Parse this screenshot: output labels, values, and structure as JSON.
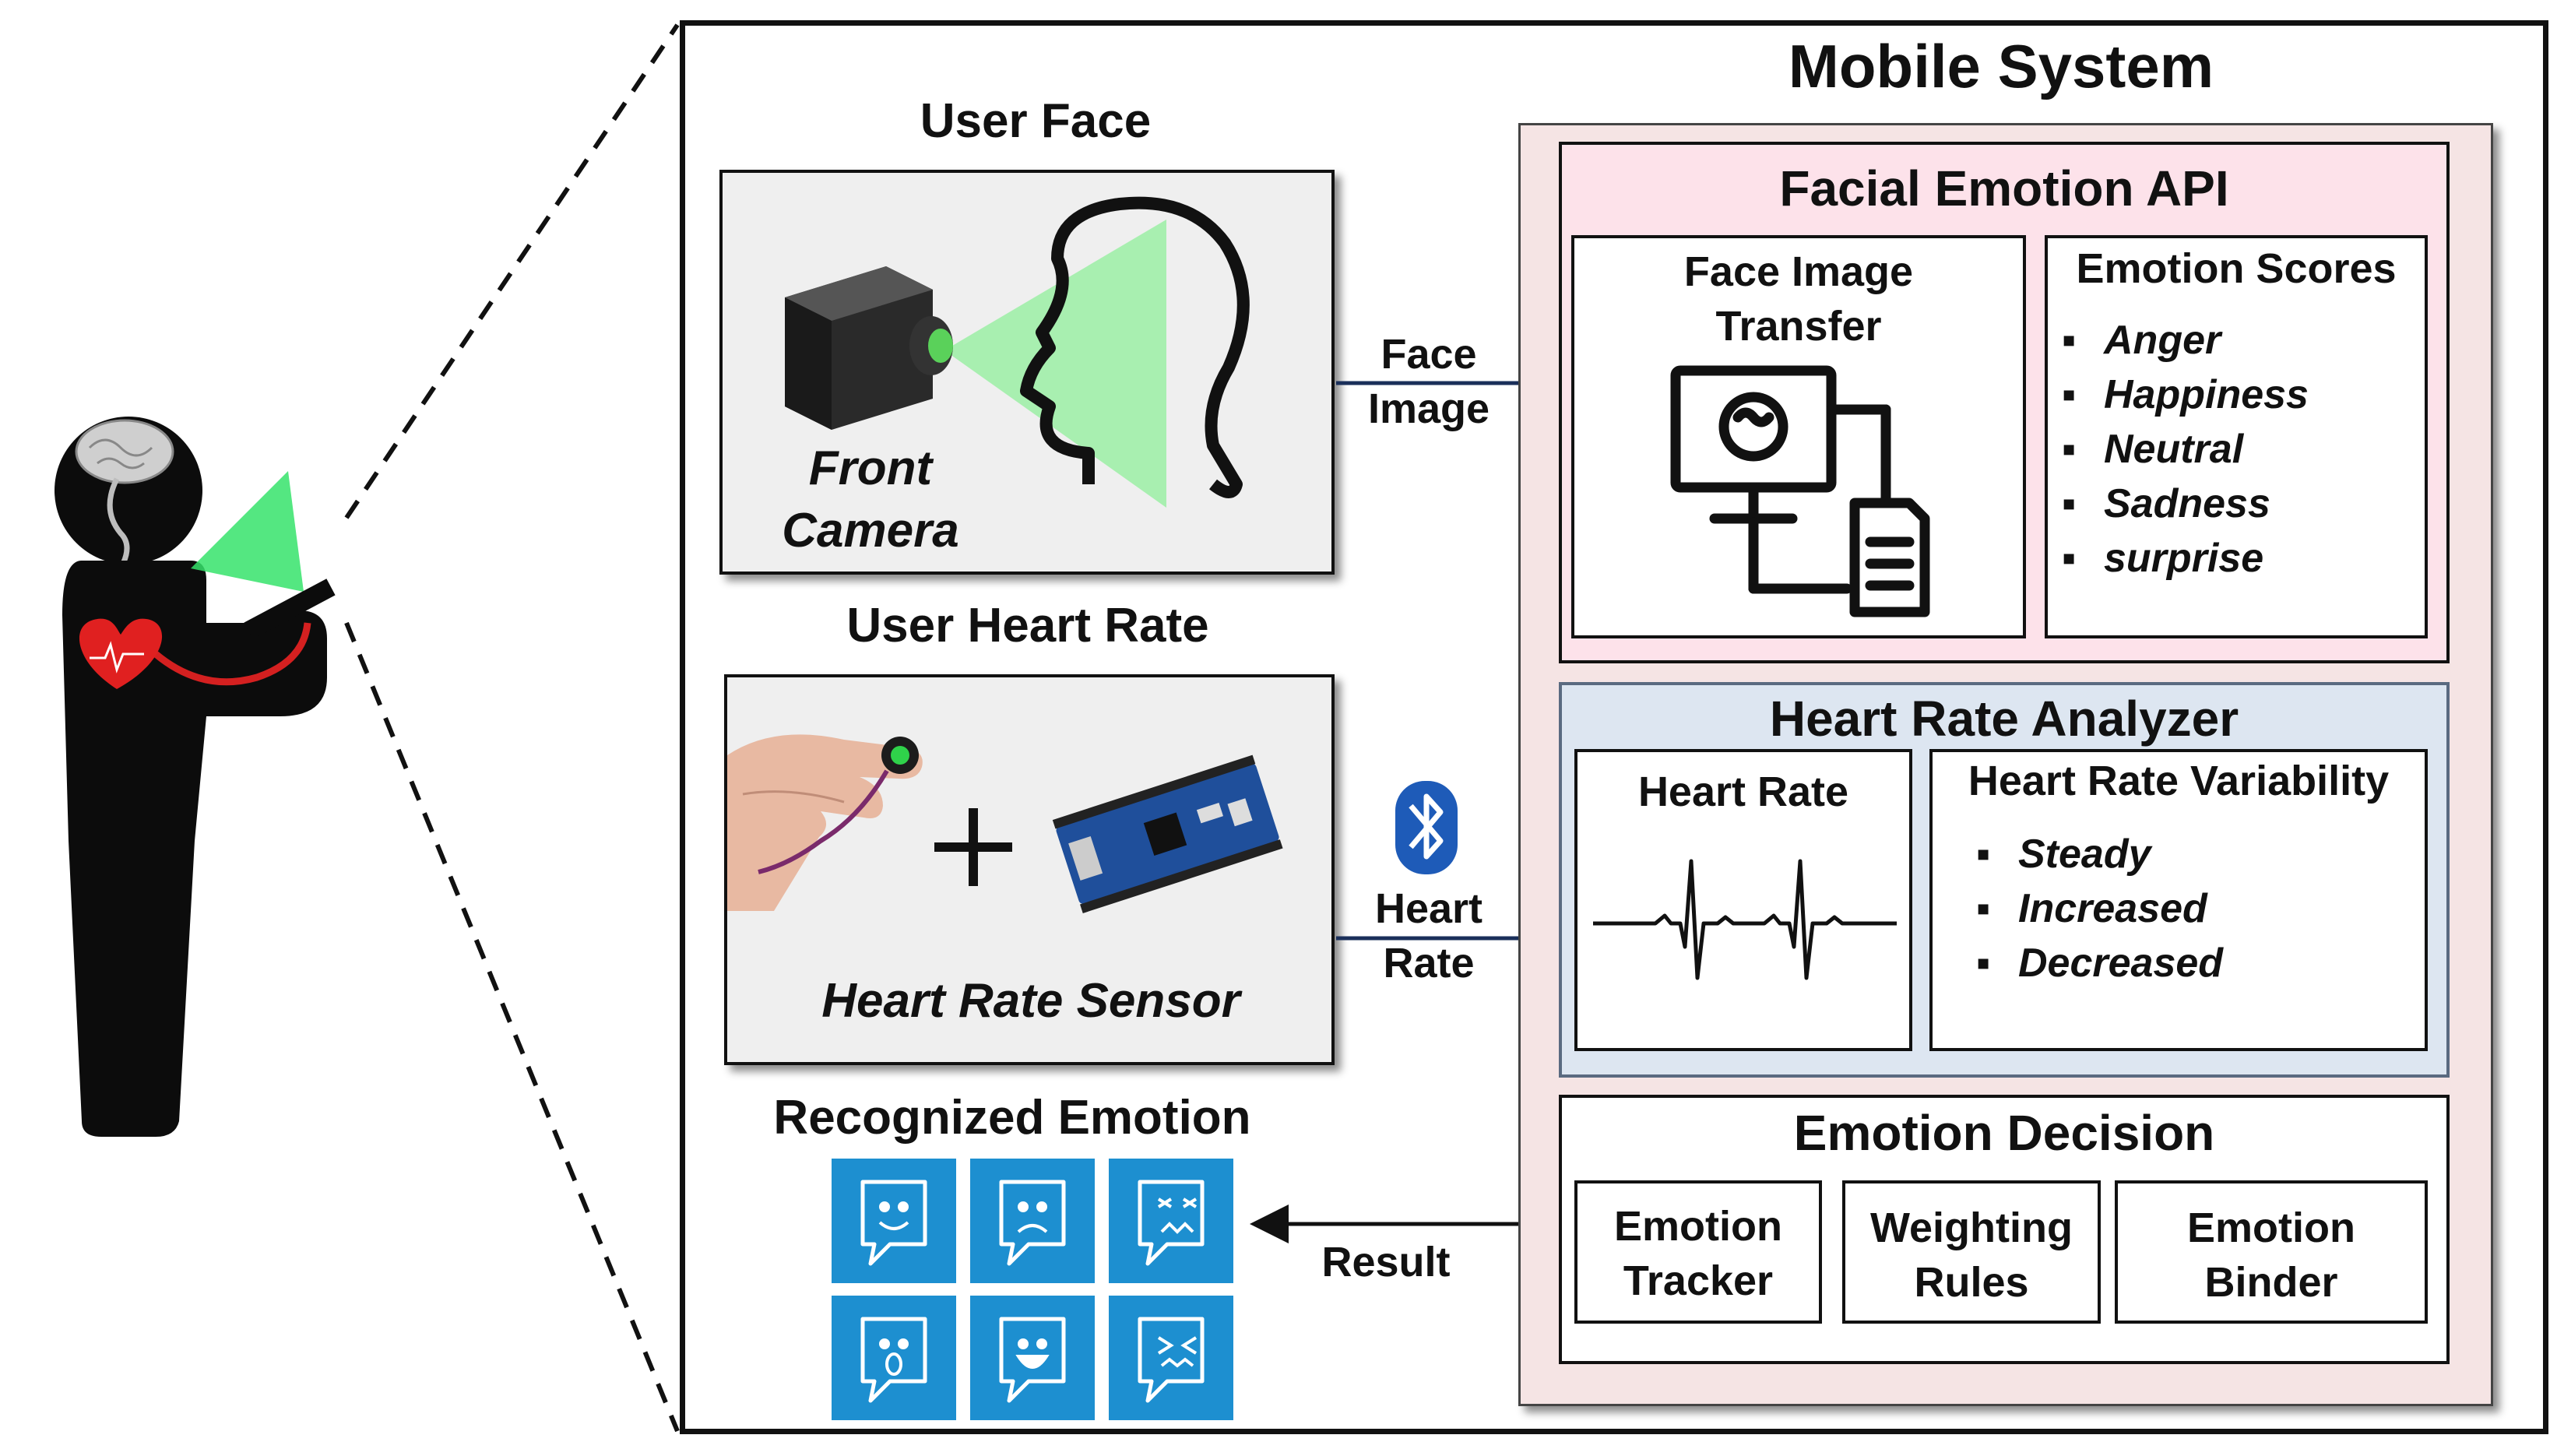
{
  "mobile_system": {
    "title": "Mobile System"
  },
  "user_face": {
    "title": "User Face",
    "camera_label_line1": "Front",
    "camera_label_line2": "Camera"
  },
  "user_heart_rate": {
    "title": "User Heart Rate",
    "sensor_label": "Heart Rate Sensor"
  },
  "arrows": {
    "face_image_line1": "Face",
    "face_image_line2": "Image",
    "heart_rate_line1": "Heart",
    "heart_rate_line2": "Rate",
    "result": "Result"
  },
  "recognized_emotion": {
    "title": "Recognized Emotion",
    "tiles": [
      "smile-face-icon",
      "sad-face-icon",
      "angry-face-icon",
      "surprised-face-icon",
      "laughing-face-icon",
      "disgusted-face-icon"
    ]
  },
  "facial_emotion_api": {
    "title": "Facial Emotion API",
    "transfer_line1": "Face Image",
    "transfer_line2": "Transfer",
    "scores_title": "Emotion Scores",
    "scores": [
      "Anger",
      "Happiness",
      "Neutral",
      "Sadness",
      "surprise"
    ]
  },
  "heart_rate_analyzer": {
    "title": "Heart Rate Analyzer",
    "heart_rate_label": "Heart Rate",
    "variability_title": "Heart Rate Variability",
    "variability": [
      "Steady",
      "Increased",
      "Decreased"
    ]
  },
  "emotion_decision": {
    "title": "Emotion Decision",
    "tracker_line1": "Emotion",
    "tracker_line2": "Tracker",
    "rules_line1": "Weighting",
    "rules_line2": "Rules",
    "binder_line1": "Emotion",
    "binder_line2": "Binder"
  },
  "colors": {
    "panel_bg": "#f5e4e4",
    "api_bg": "#fde2ea",
    "analyzer_bg": "#dde6f1",
    "tile_blue": "#1d8fd0",
    "arrow_navy": "#1a2f5a",
    "heart_red": "#e02020",
    "camera_beam": "#a8efb0"
  }
}
